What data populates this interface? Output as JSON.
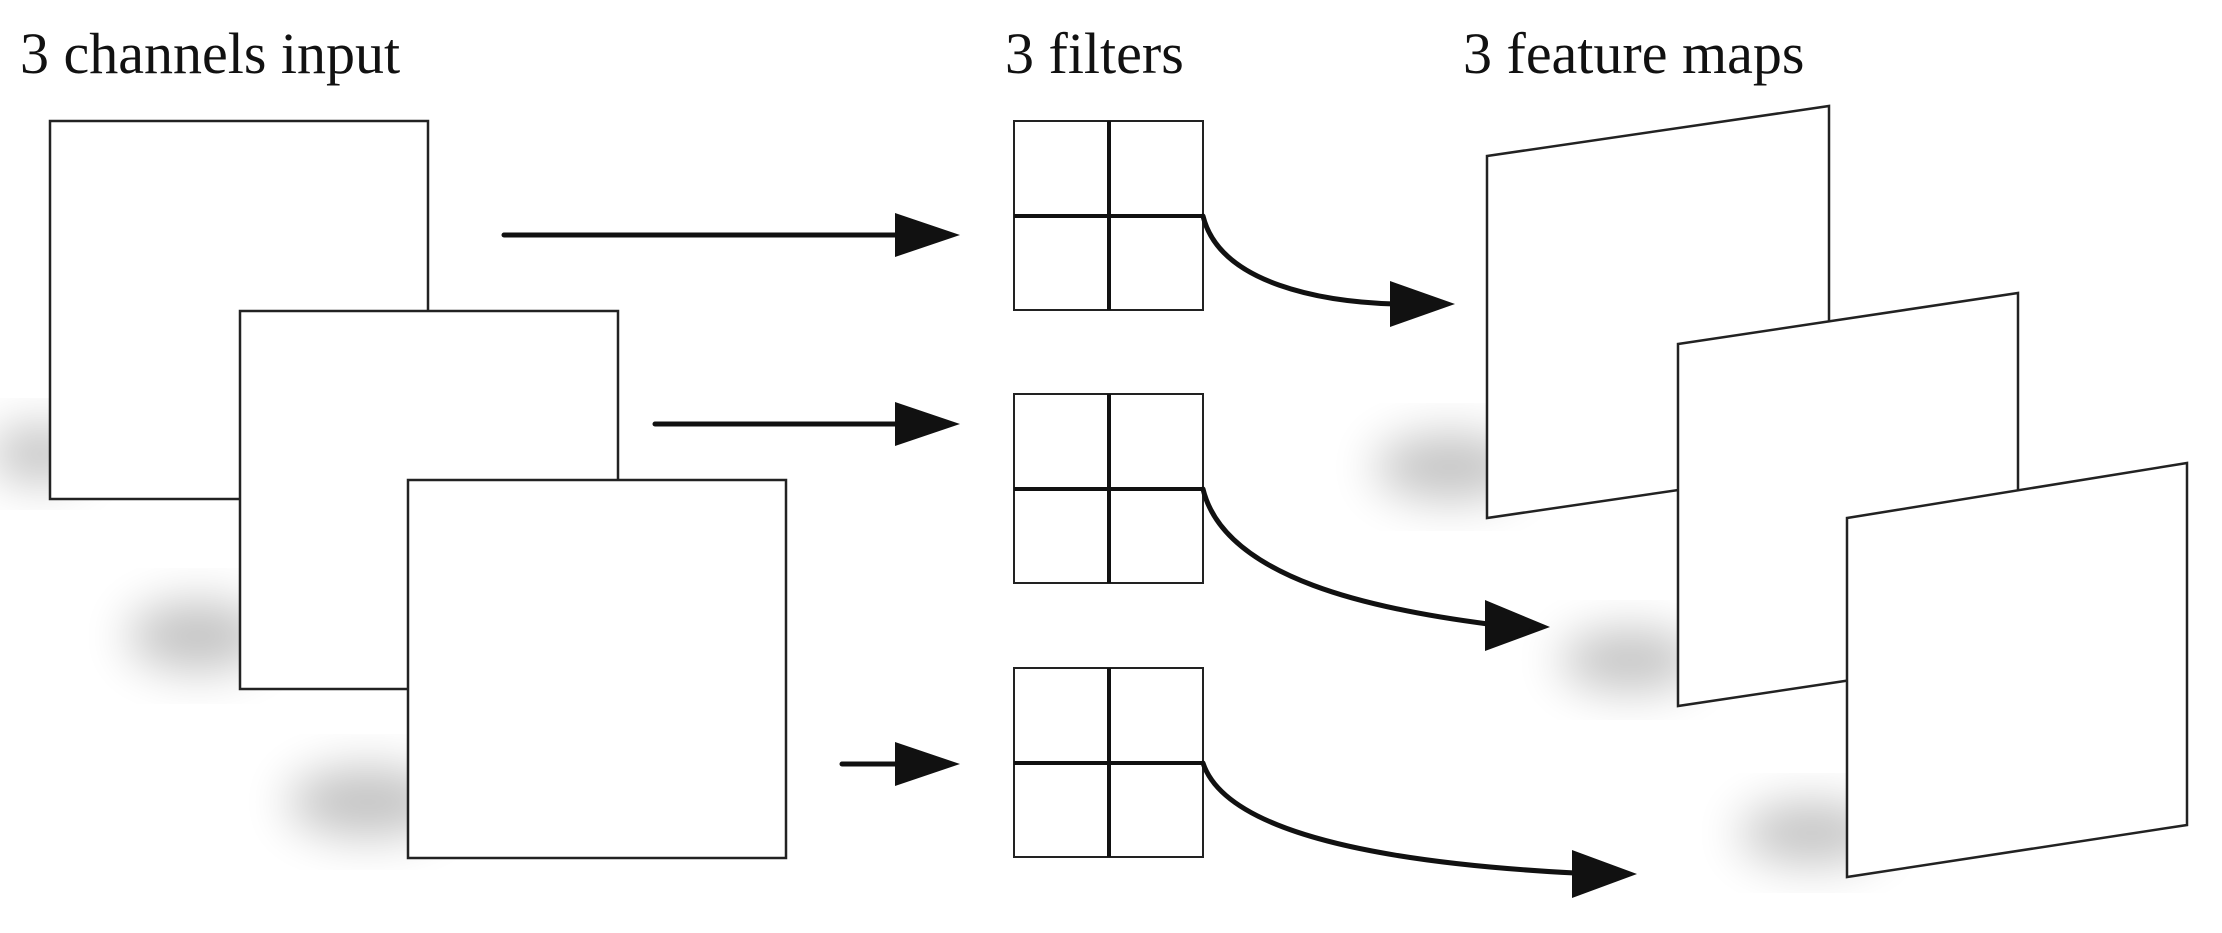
{
  "labels": {
    "input": "3 channels input",
    "filters": "3 filters",
    "feature_maps": "3 feature maps"
  },
  "colors": {
    "background": "#ffffff",
    "stroke": "#111111",
    "shadow": "#000000"
  }
}
